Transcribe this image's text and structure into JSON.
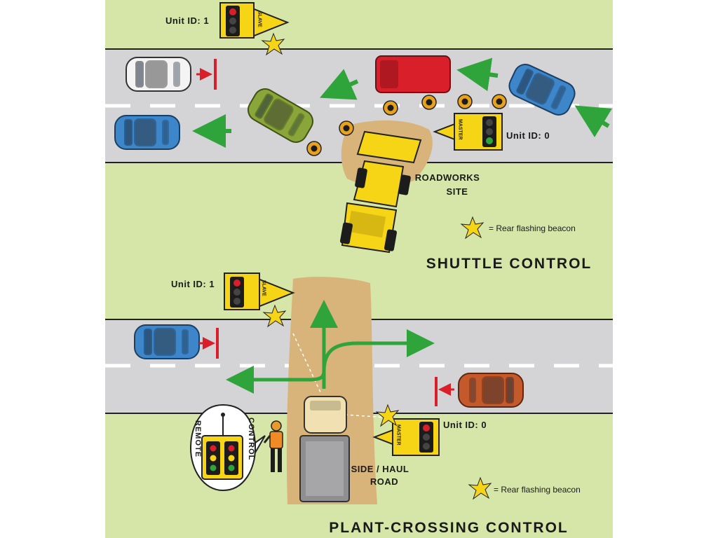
{
  "colors": {
    "grass": "#d6e6a8",
    "road": "#d4d4d6",
    "dirt": "#d8b47a",
    "arrow": "#2ea43a",
    "stop": "#d9202a",
    "yellow": "#f6d416"
  },
  "shuttle": {
    "title": "SHUTTLE CONTROL",
    "site_label_line1": "ROADWORKS",
    "site_label_line2": "SITE",
    "slave_unit_label": "Unit ID: 1",
    "master_unit_label": "Unit ID: 0",
    "slave_text": "SLAVE",
    "master_text": "MASTER",
    "beacon_legend": "= Rear flashing beacon"
  },
  "plant": {
    "title": "PLANT-CROSSING CONTROL",
    "road_label_line1": "SIDE / HAUL",
    "road_label_line2": "ROAD",
    "slave_unit_label": "Unit ID: 1",
    "master_unit_label": "Unit ID: 0",
    "slave_text": "SLAVE",
    "master_text": "MASTER",
    "remote_text": "REMOTE",
    "control_text": "CONTROL",
    "beacon_legend": "= Rear flashing beacon"
  }
}
